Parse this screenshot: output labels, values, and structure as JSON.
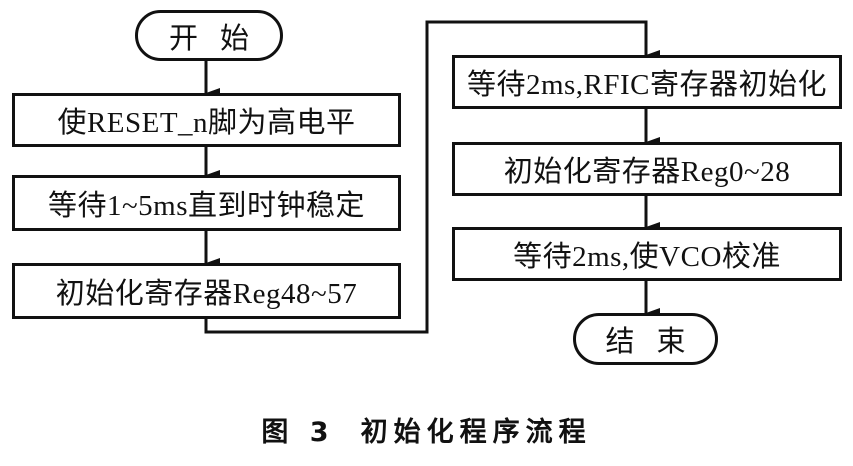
{
  "flowchart": {
    "start": "开始",
    "end": "结束",
    "left_column": [
      "使RESET_n脚为高电平",
      "等待1~5ms直到时钟稳定",
      "初始化寄存器Reg48~57"
    ],
    "right_column": [
      "等待2ms,RFIC寄存器初始化",
      "初始化寄存器Reg0~28",
      "等待2ms,使VCO校准"
    ]
  },
  "caption": {
    "figure_number": "图 3",
    "title": "初始化程序流程"
  },
  "colors": {
    "line": "#111111",
    "background": "#ffffff"
  }
}
